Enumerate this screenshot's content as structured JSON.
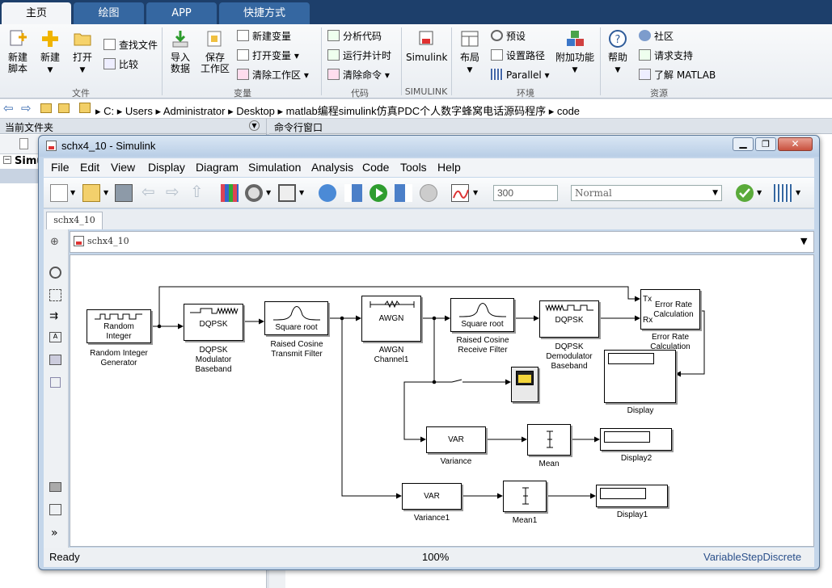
{
  "matlab_tabs": [
    "主页",
    "绘图",
    "APP",
    "快捷方式"
  ],
  "ribbon": {
    "new_script": "新建\n脚本",
    "new": "新建",
    "open": "打开",
    "find_files": "查找文件",
    "compare": "比较",
    "import_data": "导入\n数据",
    "save_workspace": "保存\n工作区",
    "new_variable": "新建变量",
    "open_variable": "打开变量",
    "clear_workspace": "清除工作区",
    "analyze_code": "分析代码",
    "run_and_time": "运行并计时",
    "clear_commands": "清除命令",
    "simulink": "Simulink",
    "layout": "布局",
    "preferences": "预设",
    "set_path": "设置路径",
    "parallel": "Parallel",
    "addons": "附加功能",
    "help": "帮助",
    "community": "社区",
    "request_support": "请求支持",
    "learn_matlab": "了解 MATLAB",
    "groups": [
      "文件",
      "变量",
      "代码",
      "SIMULINK",
      "环境",
      "资源"
    ]
  },
  "address": {
    "path": [
      "C:",
      "Users",
      "Administrator",
      "Desktop",
      "matlab编程simulink仿真PDC个人数字蜂窝电话源码程序",
      "code"
    ]
  },
  "panels": {
    "current_folder": "当前文件夹",
    "command_window": "命令行窗口",
    "tree_item": "Simul"
  },
  "simulink": {
    "title": "schx4_10 - Simulink",
    "menus": [
      "File",
      "Edit",
      "View",
      "Display",
      "Diagram",
      "Simulation",
      "Analysis",
      "Code",
      "Tools",
      "Help"
    ],
    "stop_time": "300",
    "sim_mode": "Normal",
    "tab": "schx4_10",
    "breadcrumb": "schx4_10",
    "status_ready": "Ready",
    "zoom": "100%",
    "solver": "VariableStepDiscrete"
  },
  "blocks": {
    "rand_int": {
      "text": "Random\nInteger",
      "label": "Random Integer\nGenerator"
    },
    "dqpsk_mod": {
      "text": "DQPSK",
      "label": "DQPSK\nModulator\nBaseband"
    },
    "rc_tx": {
      "text": "Square root",
      "label": "Raised Cosine\nTransmit Filter"
    },
    "awgn": {
      "text": "AWGN",
      "label": "AWGN\nChannel1"
    },
    "rc_rx": {
      "text": "Square root",
      "label": "Raised Cosine\nReceive Filter"
    },
    "dqpsk_demod": {
      "text": "DQPSK",
      "label": "DQPSK\nDemodulator\nBaseband"
    },
    "err_rate": {
      "text": "Error Rate\nCalculation",
      "label": "Error Rate\nCalculation",
      "tx": "Tx",
      "rx": "Rx"
    },
    "display": {
      "label": "Display"
    },
    "variance": {
      "text": "VAR",
      "label": "Variance"
    },
    "mean": {
      "label": "Mean"
    },
    "display2": {
      "label": "Display2"
    },
    "variance1": {
      "text": "VAR",
      "label": "Variance1"
    },
    "mean1": {
      "label": "Mean1"
    },
    "display1": {
      "label": "Display1"
    }
  }
}
